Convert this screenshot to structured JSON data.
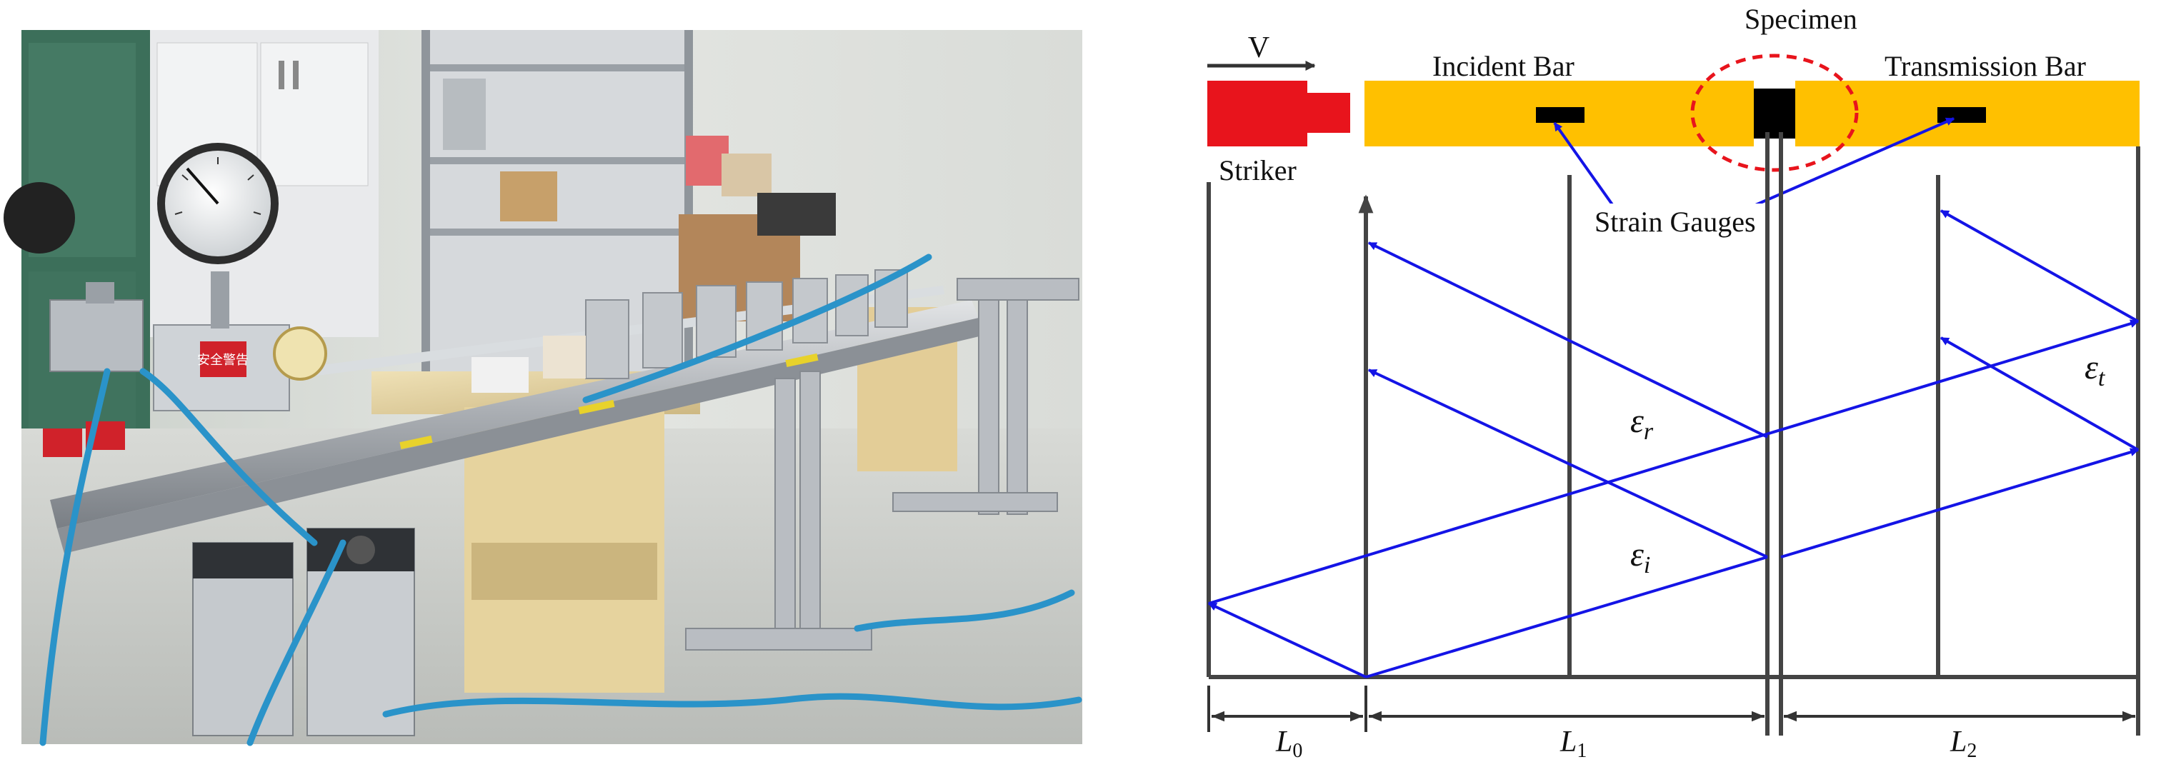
{
  "photo": {
    "description_icon": "shpb-apparatus-photo",
    "equipment_label_text": "安全警告"
  },
  "diagram": {
    "velocity_label": "V",
    "striker_label": "Striker",
    "incident_bar_label": "Incident Bar",
    "specimen_label": "Specimen",
    "transmission_bar_label": "Transmission Bar",
    "strain_gauges_label": "Strain Gauges",
    "epsilon_r_base": "ε",
    "epsilon_r_sub": "r",
    "epsilon_i_base": "ε",
    "epsilon_i_sub": "i",
    "epsilon_t_base": "ε",
    "epsilon_t_sub": "t",
    "L0_base": "L",
    "L0_sub": "0",
    "L1_base": "L",
    "L1_sub": "1",
    "L2_base": "L",
    "L2_sub": "2",
    "colors": {
      "striker": "#e8141c",
      "bar": "#ffc000",
      "wave": "#1414e6",
      "axis": "#444444",
      "specimen_circle": "#e8141c",
      "gauge": "#000000"
    }
  }
}
